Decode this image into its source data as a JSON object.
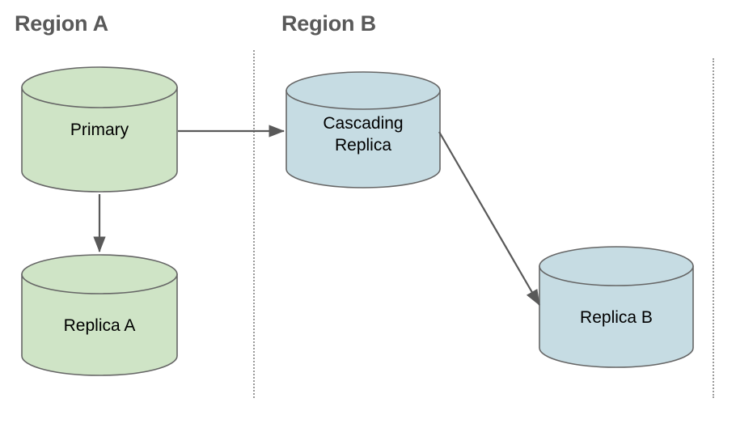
{
  "diagram": {
    "title_regions": [
      {
        "id": "region-a",
        "label": "Region A"
      },
      {
        "id": "region-b",
        "label": "Region B"
      }
    ],
    "nodes": [
      {
        "id": "primary",
        "label": "Primary",
        "shape": "cylinder",
        "fill": "#cfe4c6",
        "stroke": "#666666",
        "region": "Region A"
      },
      {
        "id": "replica-a",
        "label": "Replica A",
        "shape": "cylinder",
        "fill": "#cfe4c6",
        "stroke": "#666666",
        "region": "Region A"
      },
      {
        "id": "cascading-replica",
        "label": "Cascading\nReplica",
        "shape": "cylinder",
        "fill": "#c6dce3",
        "stroke": "#666666",
        "region": "Region B"
      },
      {
        "id": "replica-b",
        "label": "Replica B",
        "shape": "cylinder",
        "fill": "#c6dce3",
        "stroke": "#666666",
        "region": "Region B"
      }
    ],
    "edges": [
      {
        "id": "primary-to-cascading",
        "from": "primary",
        "to": "cascading-replica",
        "style": "solid-arrow"
      },
      {
        "id": "primary-to-replica-a",
        "from": "primary",
        "to": "replica-a",
        "style": "solid-arrow"
      },
      {
        "id": "cascading-to-replica-b",
        "from": "cascading-replica",
        "to": "replica-b",
        "style": "solid-arrow"
      }
    ],
    "dividers": [
      {
        "id": "divider-left",
        "style": "dotted-vertical"
      },
      {
        "id": "divider-right",
        "style": "dotted-vertical"
      }
    ],
    "colors": {
      "green_fill": "#cfe4c6",
      "blue_fill": "#c6dce3",
      "node_stroke": "#666666",
      "edge_stroke": "#595959",
      "label_text": "#595959",
      "node_text": "#000000",
      "divider": "#9a9a9a",
      "background": "#ffffff"
    }
  }
}
